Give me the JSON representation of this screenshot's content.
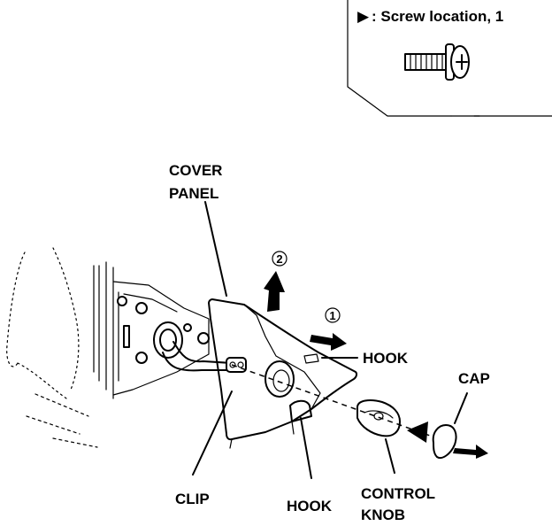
{
  "legend": {
    "marker": "▶",
    "text": ": Screw location, 1"
  },
  "labels": {
    "cover_panel_line1": "COVER",
    "cover_panel_line2": "PANEL",
    "step2": "2",
    "step1": "1",
    "hook_upper": "HOOK",
    "cap": "CAP",
    "clip": "CLIP",
    "hook_lower": "HOOK",
    "control_knob_line1": "CONTROL",
    "control_knob_line2": "KNOB"
  },
  "icons": {
    "screw": "screw-icon",
    "arrow": "direction-arrow-icon"
  }
}
